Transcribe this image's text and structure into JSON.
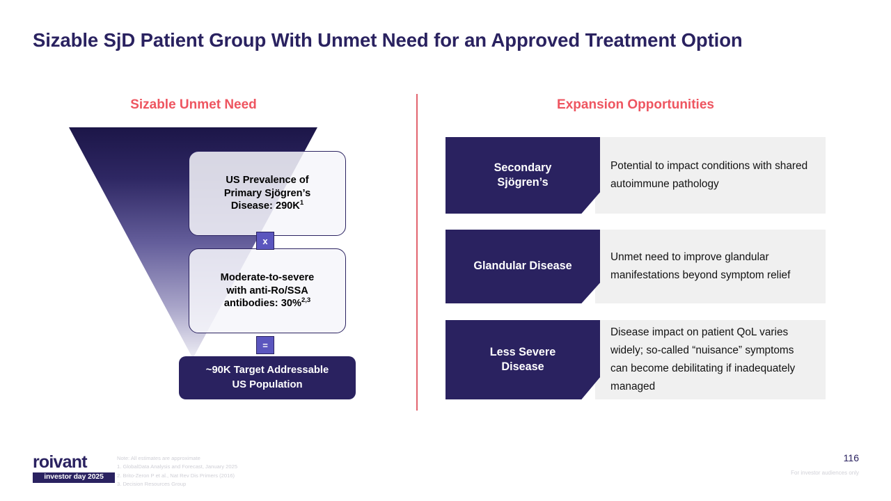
{
  "slide": {
    "title": "Sizable SjD Patient Group With Unmet Need for an Approved Treatment Option",
    "page_number": "116",
    "audience_note": "For investor audiences only"
  },
  "colors": {
    "navy": "#2A2260",
    "coral": "#EE5560",
    "divider_red": "#E2636E",
    "badge_purple": "#5B56BE",
    "panel_gray": "#F0F0F0"
  },
  "left_panel": {
    "heading": "Sizable Unmet Need",
    "funnel_steps": [
      {
        "text_line_1": "US Prevalence of",
        "text_line_2": "Primary Sjögren’s",
        "text_line_3": "Disease: 290K",
        "superscript": "1",
        "value": "290K",
        "metric": "US prevalence of primary Sjögren’s disease"
      },
      {
        "text_line_1": "Moderate-to-severe",
        "text_line_2": "with anti-Ro/SSA",
        "text_line_3": "antibodies: 30%",
        "superscript": "2,3",
        "value": "30%",
        "metric": "Moderate-to-severe with anti-Ro/SSA antibodies"
      }
    ],
    "operators": [
      {
        "symbol": "x",
        "name": "multiply"
      },
      {
        "symbol": "=",
        "name": "equals"
      }
    ],
    "result": {
      "line_1": "~90K Target Addressable",
      "line_2": "US Population",
      "value": "~90K"
    }
  },
  "right_panel": {
    "heading": "Expansion Opportunities",
    "opportunities": [
      {
        "label_line_1": "Secondary",
        "label_line_2": "Sjögren’s",
        "body": "Potential to impact conditions with shared autoimmune pathology"
      },
      {
        "label_line_1": "Glandular Disease",
        "label_line_2": "",
        "body": "Unmet need to improve glandular manifestations beyond symptom relief"
      },
      {
        "label_line_1": "Less Severe",
        "label_line_2": "Disease",
        "body": "Disease impact on patient QoL varies widely; so-called “nuisance” symptoms can become debilitating if inadequately managed"
      }
    ]
  },
  "footer": {
    "logo_word": "roivant",
    "logo_band": "investor day 2025",
    "footnotes": [
      "Note: All estimates are approximate",
      "1. GlobalData Analysis and Forecast, January 2025",
      "2. Brito-Zeron P et al., Nat Rev Dis Primers (2016)",
      "3. Decision Resources Group"
    ]
  }
}
